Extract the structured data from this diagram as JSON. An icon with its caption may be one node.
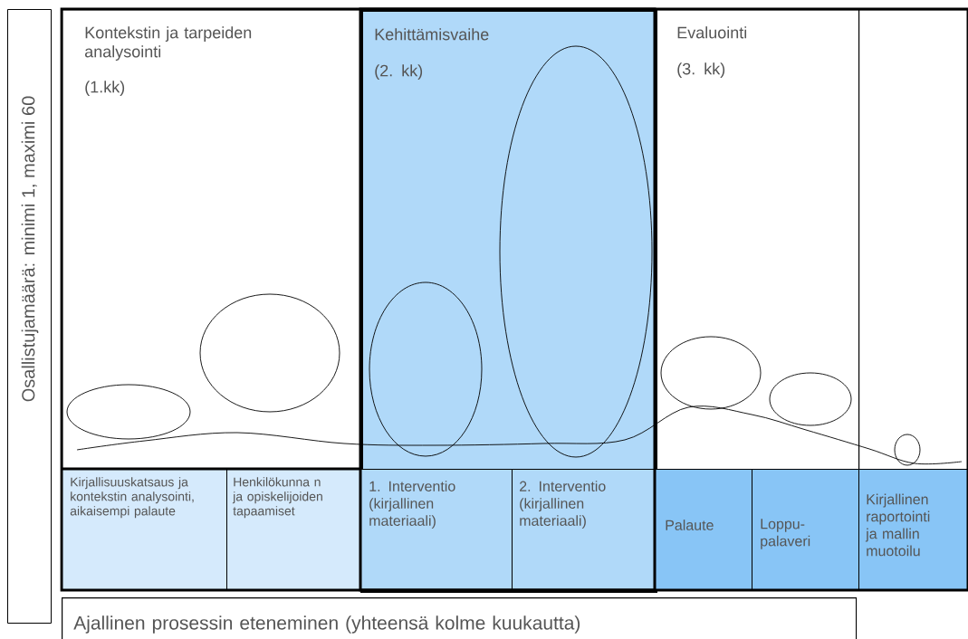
{
  "diagram": {
    "nodes": [
      {
        "text": [
          "Osallistujamäärä: minimi 1, maximi 60"
        ]
      },
      {
        "text": [
          "Kontekstin ja tarpeiden analysointi",
          "(1.kk)"
        ]
      },
      {
        "text": [
          "Kehittämisvaihe",
          "(2. kk)"
        ]
      },
      {
        "text": [
          "Evaluointi",
          "(3. kk)"
        ]
      },
      {
        "text": [],
        "shape": "box"
      },
      {
        "text": [
          "Kirjallisuuskatsaus ja kontekstin analysointi, aikaisempi palaute"
        ]
      },
      {
        "text": [
          "Henkilökunna n ja opiskelijoiden tapaamiset"
        ]
      },
      {
        "text": [
          "1. Interventio (kirjallinen materiaali)"
        ],
        "in": 2
      },
      {
        "text": [
          "2. Interventio (kirjallinen materiaali)"
        ],
        "in": 2
      },
      {
        "text": [
          "Palaute"
        ]
      },
      {
        "text": [
          "Loppu- palaveri"
        ]
      },
      {
        "text": [
          "Kirjallinen raportointi ja mallin muotoilu"
        ]
      },
      {
        "text": [
          "Ajallinen prosessin eteneminen (yhteensä kolme kuukautta)"
        ]
      }
    ]
  }
}
